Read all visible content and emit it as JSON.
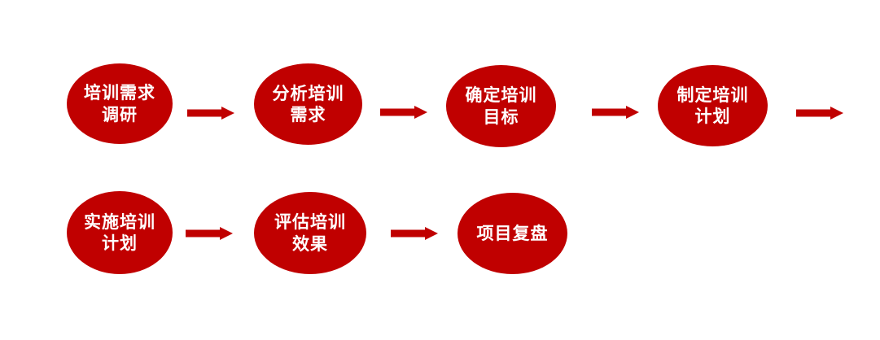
{
  "colors": {
    "accent": "#c00000",
    "node-text": "#ffffff",
    "background": "#ffffff"
  },
  "icons": {
    "arrow_right": "block-arrow-right"
  },
  "flowchart": {
    "rows": [
      {
        "nodes": [
          {
            "label": "培训需求\n调研"
          },
          {
            "label": "分析培训\n需求"
          },
          {
            "label": "确定培训\n目标"
          },
          {
            "label": "制定培训\n计划"
          }
        ],
        "trailing_arrow": true
      },
      {
        "nodes": [
          {
            "label": "实施培训\n计划"
          },
          {
            "label": "评估培训\n效果"
          },
          {
            "label": "项目复盘"
          }
        ],
        "trailing_arrow": false
      }
    ]
  }
}
